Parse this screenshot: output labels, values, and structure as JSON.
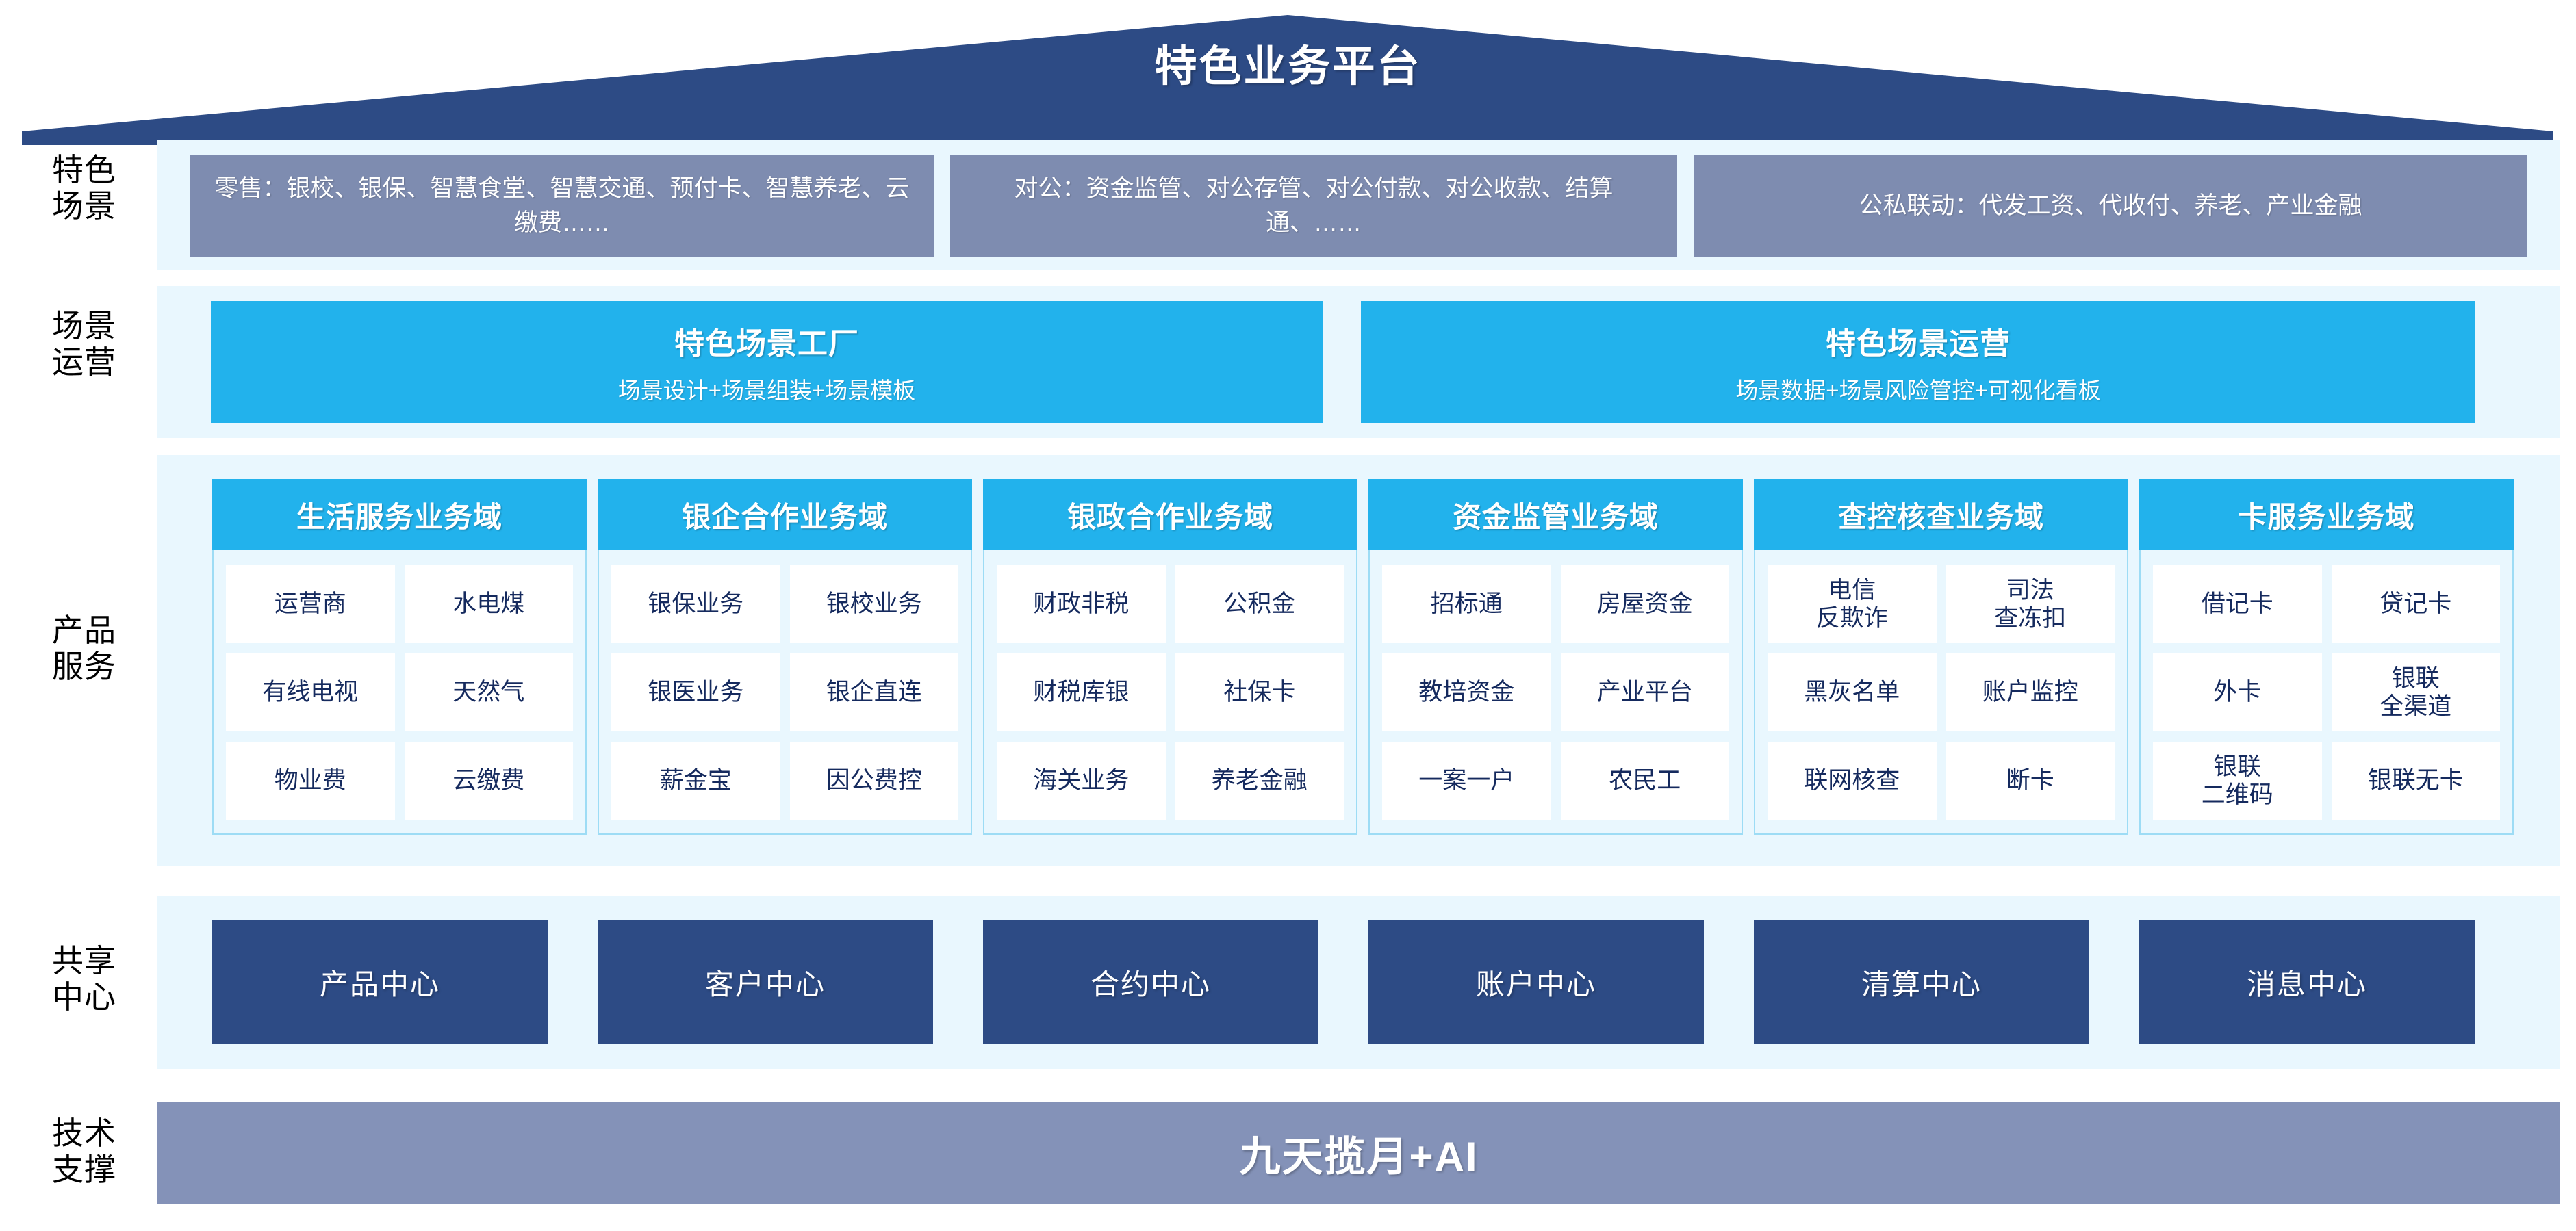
{
  "platform": {
    "title": "特色业务平台",
    "roof_color": "#2d4b85"
  },
  "row_labels": {
    "scenarios": "特色\n场景",
    "operations": "场景\n运营",
    "products": "产品\n服务",
    "shared_centers": "共享\n中心",
    "tech_support": "技术\n支撑"
  },
  "scenarios": {
    "items": [
      {
        "text": "零售：银校、银保、智慧食堂、智慧交通、预付卡、智慧养老、云缴费……"
      },
      {
        "text": "对公：资金监管、对公存管、对公付款、对公收款、结算通、……"
      },
      {
        "text": "公私联动：代发工资、代收付、养老、产业金融"
      }
    ],
    "box_color": "#7e8cb0"
  },
  "operations": {
    "items": [
      {
        "title": "特色场景工厂",
        "subtitle": "场景设计+场景组装+场景模板"
      },
      {
        "title": "特色场景运营",
        "subtitle": "场景数据+场景风险管控+可视化看板"
      }
    ],
    "box_color": "#22b2ec"
  },
  "product_domains": [
    {
      "title": "生活服务业务域",
      "rows": [
        [
          "运营商",
          "水电煤"
        ],
        [
          "有线电视",
          "天然气"
        ],
        [
          "物业费",
          "云缴费"
        ]
      ]
    },
    {
      "title": "银企合作业务域",
      "rows": [
        [
          "银保业务",
          "银校业务"
        ],
        [
          "银医业务",
          "银企直连"
        ],
        [
          "薪金宝",
          "因公费控"
        ]
      ]
    },
    {
      "title": "银政合作业务域",
      "rows": [
        [
          "财政非税",
          "公积金"
        ],
        [
          "财税库银",
          "社保卡"
        ],
        [
          "海关业务",
          "养老金融"
        ]
      ]
    },
    {
      "title": "资金监管业务域",
      "rows": [
        [
          "招标通",
          "房屋资金"
        ],
        [
          "教培资金",
          "产业平台"
        ],
        [
          "一案一户",
          "农民工"
        ]
      ]
    },
    {
      "title": "查控核查业务域",
      "rows": [
        [
          "电信\n反欺诈",
          "司法\n查冻扣"
        ],
        [
          "黑灰名单",
          "账户监控"
        ],
        [
          "联网核查",
          "断卡"
        ]
      ]
    },
    {
      "title": "卡服务业务域",
      "rows": [
        [
          "借记卡",
          "贷记卡"
        ],
        [
          "外卡",
          "银联\n全渠道"
        ],
        [
          "银联\n二维码",
          "银联无卡"
        ]
      ]
    }
  ],
  "shared_centers": {
    "items": [
      "产品中心",
      "客户中心",
      "合约中心",
      "账户中心",
      "清算中心",
      "消息中心"
    ],
    "box_color": "#2d4b85"
  },
  "tech_support": {
    "label": "九天揽月+AI",
    "bar_color": "#8492b8"
  },
  "colors": {
    "band_bg": "#e9f7fe",
    "accent_cyan": "#22b2ec",
    "navy": "#2d4b85",
    "slate": "#7e8cb0",
    "cell_text": "#152a5e"
  }
}
